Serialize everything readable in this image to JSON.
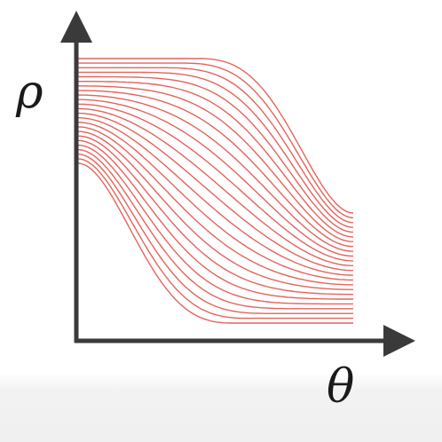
{
  "diagram": {
    "y_axis_label": "ρ",
    "x_axis_label": "θ",
    "curve_color": "#e0534a",
    "axis_color": "#3a3a3a",
    "curve_count": 24
  }
}
